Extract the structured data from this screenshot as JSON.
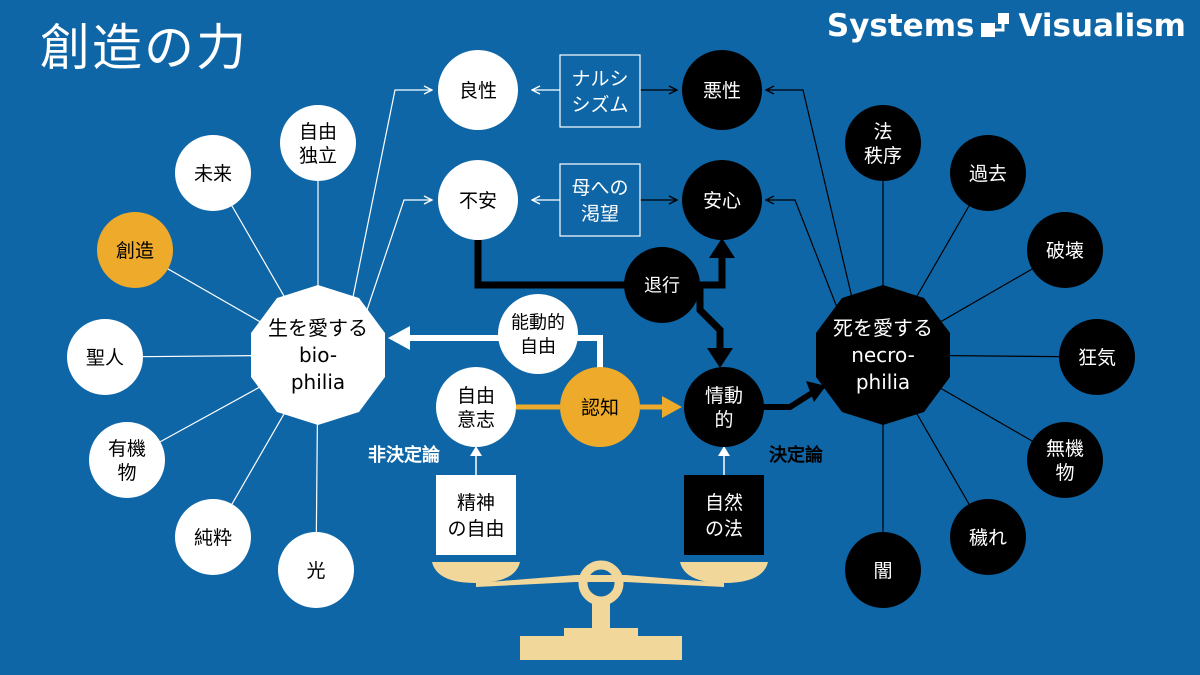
{
  "title": "創造の力",
  "brand": {
    "left": "Systems",
    "right": "Visualism",
    "logo_icon": "systems-visualism-logo-icon"
  },
  "colors": {
    "background": "#0e66a6",
    "white": "#ffffff",
    "black": "#000000",
    "accent": "#eeaa2a",
    "scale": "#f2d79a"
  },
  "nodes": {
    "biophilia": [
      "生を愛する",
      "bio-",
      "philia"
    ],
    "necrophilia": [
      "死を愛する",
      "necro-",
      "philia"
    ],
    "bio_satellites": {
      "jiyu_dokuritsu": [
        "自由",
        "独立"
      ],
      "mirai": [
        "未来"
      ],
      "sozo": [
        "創造"
      ],
      "seijin": [
        "聖人"
      ],
      "yukibutsu": [
        "有機",
        "物"
      ],
      "junsui": [
        "純粋"
      ],
      "hikari": [
        "光"
      ]
    },
    "necro_satellites": {
      "chitsujo": [
        "法",
        "秩序"
      ],
      "kako": [
        "過去"
      ],
      "hakai": [
        "破壊"
      ],
      "kyoki": [
        "狂気"
      ],
      "mukibutsu": [
        "無機",
        "物"
      ],
      "kegare": [
        "穢れ"
      ],
      "yami": [
        "闇"
      ]
    },
    "ryosei": [
      "良性"
    ],
    "akusei": [
      "悪性"
    ],
    "fuan": [
      "不安"
    ],
    "anshin": [
      "安心"
    ],
    "narcissism": [
      "ナルシ",
      "シズム"
    ],
    "haha": [
      "母への",
      "渇望"
    ],
    "taiko": [
      "退行"
    ],
    "noudou": [
      "能動的",
      "自由"
    ],
    "ishi": [
      "自由",
      "意志"
    ],
    "ninchi": [
      "認知"
    ],
    "jodo": [
      "情動",
      "的"
    ],
    "seishin": [
      "精神",
      "の自由"
    ],
    "shizen": [
      "自然",
      "の法"
    ]
  },
  "labels": {
    "hikettei": "非決定論",
    "kettei": "決定論"
  }
}
